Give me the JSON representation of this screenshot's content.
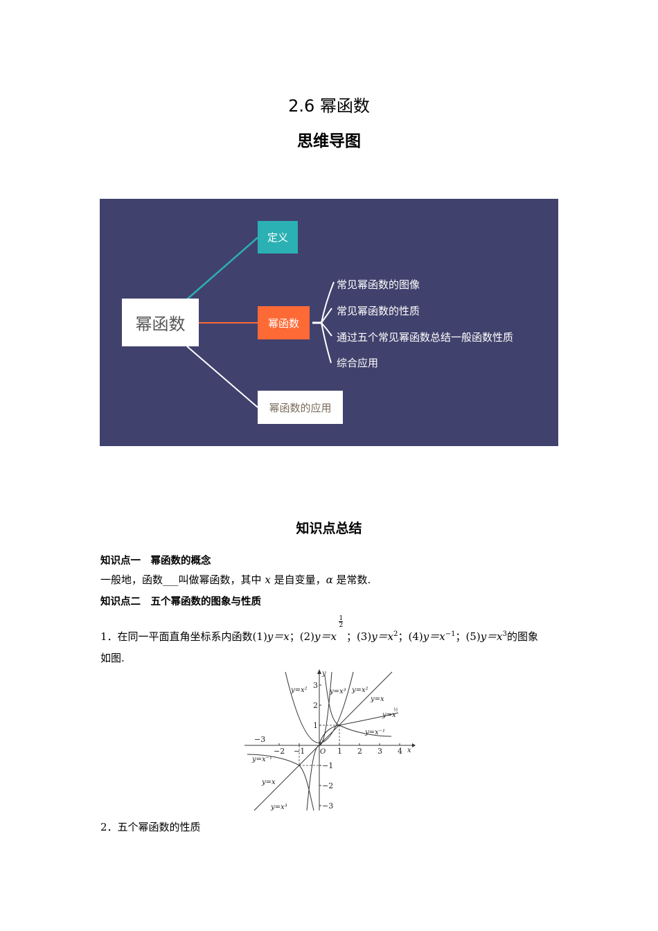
{
  "header": {
    "doc_title": "2.6  幂函数",
    "mindmap_heading": "思维导图"
  },
  "mindmap": {
    "background": "#41416d",
    "root": "幂函数",
    "nodes": [
      {
        "label": "定义",
        "color": "#2bb0b3"
      },
      {
        "label": "幂函数",
        "color": "#fe6a36"
      },
      {
        "label": "幂函数的应用",
        "color": "#ffffff"
      }
    ],
    "branch_items": [
      "常见幂函数的图像",
      "常见幂函数的性质",
      "通过五个常见幂函数总结一般函数性质",
      "综合应用"
    ]
  },
  "summary": {
    "heading": "知识点总结",
    "kp1": {
      "title": "知识点一　幂函数的概念",
      "text_a": "一般地，函数",
      "blank": "___",
      "text_b": "叫做幂函数，其中",
      "var_x": "x",
      "text_c": "是自变量，",
      "var_alpha": "α",
      "text_d": "是常数."
    },
    "kp2": {
      "title": "知识点二　五个幂函数的图象与性质",
      "item1_prefix": "1．在同一平面直角坐标系内函数(1)",
      "f1": "y＝x",
      "sep2": "；(2)",
      "f2_lhs": "y＝",
      "f2_base": "x",
      "f2_num": "1",
      "f2_den": "2",
      "sep3": "；(3)",
      "f3_lhs": "y＝x",
      "f3_exp": "2",
      "sep4": "；(4)",
      "f4_lhs": "y＝x",
      "f4_exp": "−1",
      "sep5": "；(5)",
      "f5_lhs": "y＝x",
      "f5_exp": "3",
      "item1_suffix": "的图象",
      "item1_line2": "如图.",
      "item2": "2．五个幂函数的性质"
    }
  },
  "graph": {
    "x_label": "x",
    "y_label": "y",
    "origin_label": "O",
    "x_ticks": [
      "−3",
      "−2",
      "−1",
      "1",
      "2",
      "3",
      "4"
    ],
    "y_ticks": [
      "3",
      "2",
      "1",
      "−1",
      "−2",
      "−3"
    ],
    "curve_labels": {
      "x2_left": "y=x²",
      "x3_top": "y=x³",
      "x2_right": "y=x²",
      "x1": "y=x",
      "xhalf": "y=x",
      "xhalf_exp": "1/2",
      "xinv_right": "y=x⁻¹",
      "xinv_left": "y=x⁻¹",
      "x1_left": "y=x",
      "x3_bottom": "y=x³"
    }
  }
}
